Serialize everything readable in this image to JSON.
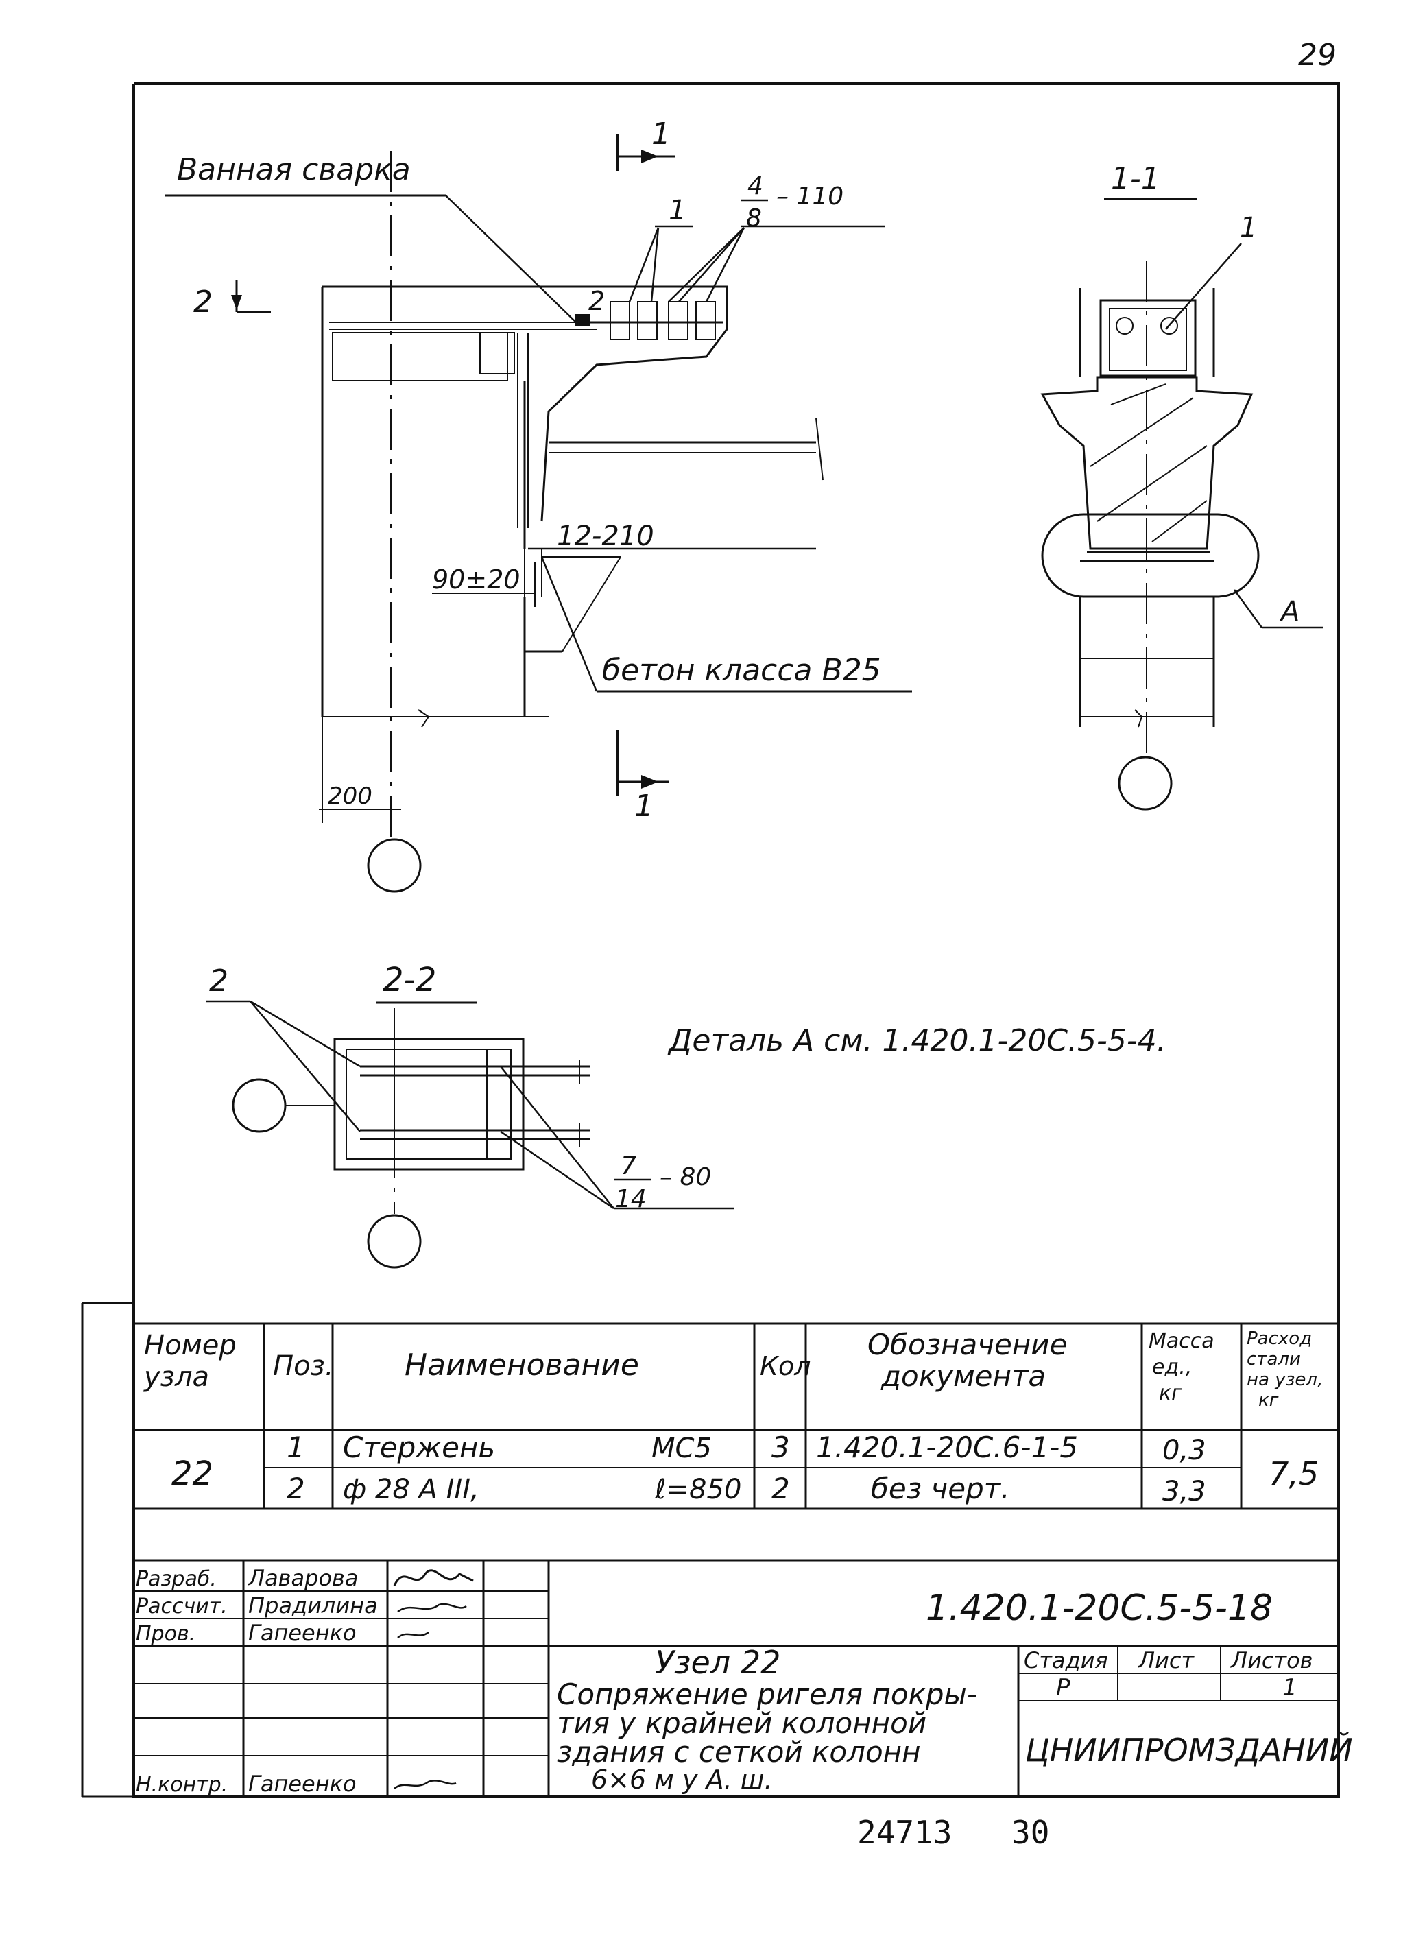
{
  "page_number": "29",
  "drawing": {
    "weld_label": "Ванная сварка",
    "section_mark_1": "1",
    "section_mark_1_bottom": "1",
    "section_mark_2": "2",
    "pos_1_label": "1",
    "pos_2_label": "2",
    "rebar_frac_top": "4",
    "rebar_frac_bottom": "8",
    "rebar_frac_suffix": "– 110",
    "spacing_label": "12-210",
    "gap_label": "90±20",
    "dim_200": "200",
    "concrete_label": "бетон класса В25",
    "section_1_1_title": "1-1",
    "section_1_1_pos": "1",
    "detail_A_letter": "А",
    "section_2_2_title": "2-2",
    "section_2_2_pos": "2",
    "detail_ref": "Деталь А см. 1.420.1-20С.5-5-4.",
    "plate_frac_top": "7",
    "plate_frac_bottom": "14",
    "plate_frac_suffix": "– 80"
  },
  "spec_table": {
    "headers": {
      "node": "Номер узла",
      "pos": "Поз.",
      "name": "Наименование",
      "qty": "Кол",
      "doc": "Обозначение документа",
      "mass": "Масса ед., кг",
      "steel": "Расход стали на узел, кг"
    },
    "node_number": "22",
    "rows": [
      {
        "pos": "1",
        "name": "Стержень",
        "mark": "МС5",
        "qty": "3",
        "doc": "1.420.1-20С.6-1-5",
        "mass": "0,3"
      },
      {
        "pos": "2",
        "name": "ф 28 А III,",
        "mark": "ℓ=850",
        "qty": "2",
        "doc": "без черт.",
        "mass": "3,3"
      }
    ],
    "steel_total": "7,5"
  },
  "title_block": {
    "roles": [
      "Разраб.",
      "Рассчит.",
      "Пров.",
      "",
      "",
      "",
      "Н.контр."
    ],
    "names": [
      "Лаварова",
      "Прадилина",
      "Гапеенко",
      "",
      "",
      "",
      "Гапеенко"
    ],
    "code": "1.420.1-20С.5-5-18",
    "node_title": "Узел 22",
    "description": [
      "Сопряжение ригеля покры-",
      "тия у крайней колонной",
      "здания с сеткой колонн",
      "6×6 м у А. ш."
    ],
    "stage_header": "Стадия",
    "sheet_header": "Лист",
    "sheets_header": "Листов",
    "stage_value": "Р",
    "sheet_value": "",
    "sheets_value": "1",
    "organization": "ЦНИИПРОМЗДАНИЙ"
  },
  "footer": {
    "inventory": "24713",
    "sheet": "30"
  }
}
